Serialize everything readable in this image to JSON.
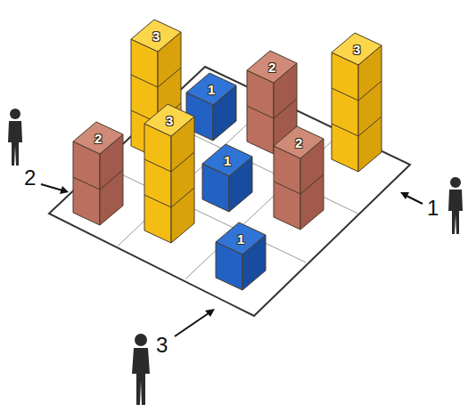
{
  "diagram": {
    "labels": [
      "3",
      "3",
      "2",
      "1",
      "3",
      "2",
      "2",
      "1",
      "2",
      "1",
      "1",
      "3"
    ]
  }
}
